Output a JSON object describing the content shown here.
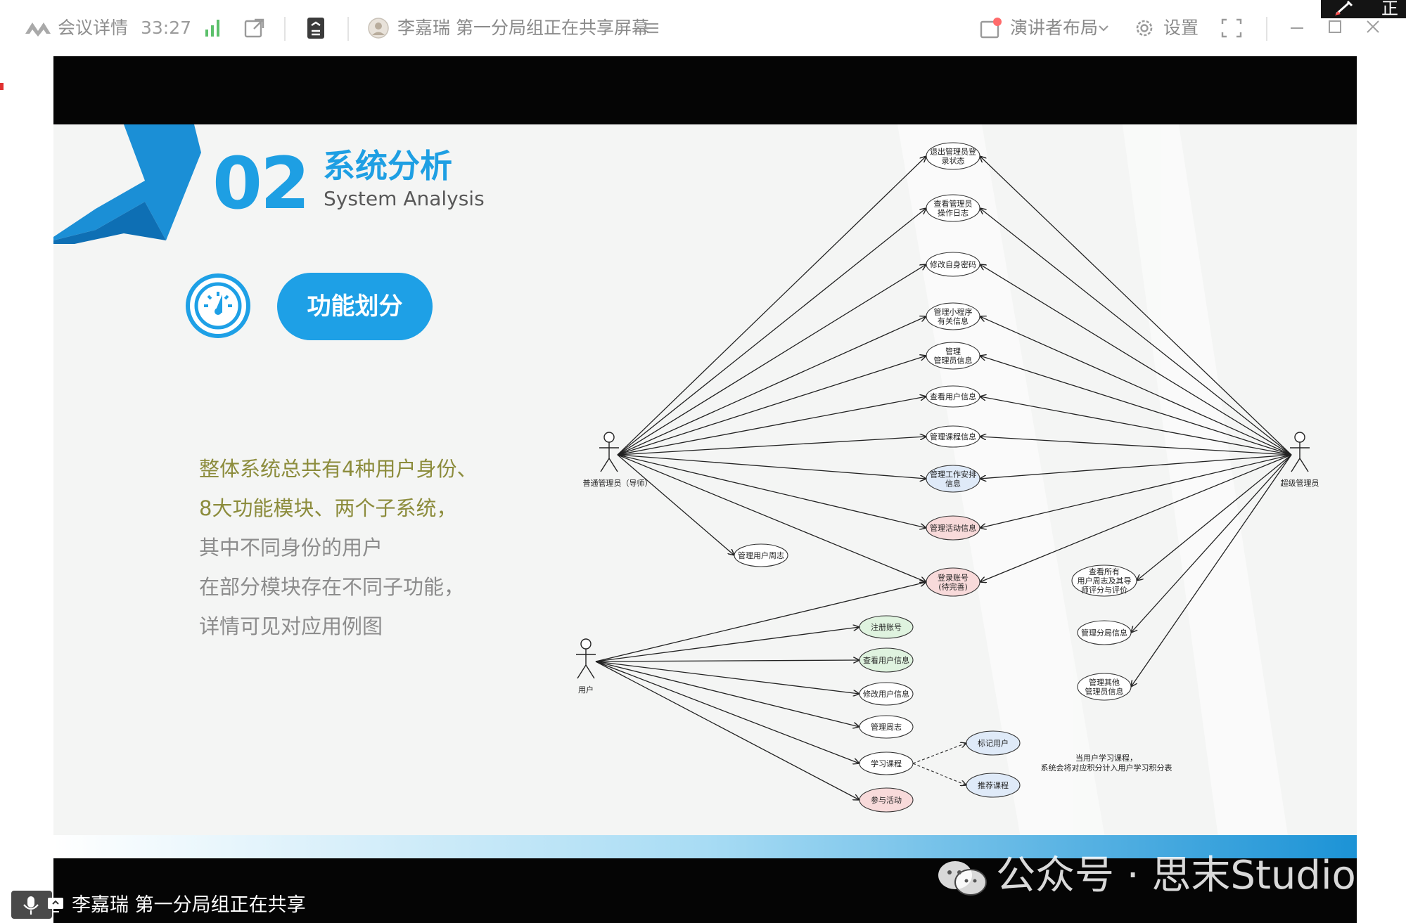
{
  "topbar": {
    "meeting_details": "会议详情",
    "timer": "33:27",
    "sharer_status": "李嘉瑞 第一分局组正在共享屏幕",
    "layout_label": "演讲者布局",
    "settings_label": "设置",
    "corner_badge": "正"
  },
  "bottom": {
    "sharing_status": "李嘉瑞 第一分局组正在共享"
  },
  "watermark": {
    "text": "公众号 · 思末Studio"
  },
  "slide": {
    "number": "02",
    "title_cn": "系统分析",
    "title_en": "System Analysis",
    "section_pill": "功能划分",
    "description": [
      "整体系统总共有4种用户身份、",
      "8大功能模块、两个子系统，",
      "其中不同身份的用户",
      "在部分模块存在不同子功能，",
      "详情可见对应用例图"
    ],
    "colors": {
      "accent_blue": "#1ea0e6",
      "olive_text": "#8c8c3c",
      "gray_text": "#8c8c8c"
    }
  },
  "diagram": {
    "actors": {
      "admin": "普通管理员（导师）",
      "super_admin": "超级管理员",
      "user": "用户"
    },
    "use_cases": {
      "logout": [
        "退出管理员登",
        "录状态"
      ],
      "view_logs": [
        "查看管理员",
        "操作日志"
      ],
      "change_password": [
        "修改自身密码"
      ],
      "manage_miniprogram": [
        "管理小程序",
        "有关信息"
      ],
      "manage_admin_info": [
        "管理",
        "管理员信息"
      ],
      "view_user_info": [
        "查看用户信息"
      ],
      "manage_course_info": [
        "管理课程信息"
      ],
      "manage_work": [
        "管理工作安排",
        "信息"
      ],
      "manage_activity": [
        "管理活动信息"
      ],
      "login": [
        "登录账号",
        "(待完善)"
      ],
      "manage_user_weekly": [
        "管理用户周志"
      ],
      "view_all_weekly": [
        "查看所有",
        "用户周志及其导",
        "师评分与评价"
      ],
      "manage_branch": [
        "管理分局信息"
      ],
      "manage_other_admin": [
        "管理其他",
        "管理员信息"
      ],
      "register": [
        "注册账号"
      ],
      "view_own_info": [
        "查看用户信息"
      ],
      "edit_user_info": [
        "修改用户信息"
      ],
      "manage_weekly": [
        "管理周志"
      ],
      "learn_course": [
        "学习课程"
      ],
      "join_activity": [
        "参与活动"
      ],
      "mark_user": [
        "标记用户"
      ],
      "recommend_course": [
        "推荐课程"
      ]
    },
    "note": [
      "当用户学习课程，",
      "系统会将对应积分计入用户学习积分表"
    ]
  }
}
